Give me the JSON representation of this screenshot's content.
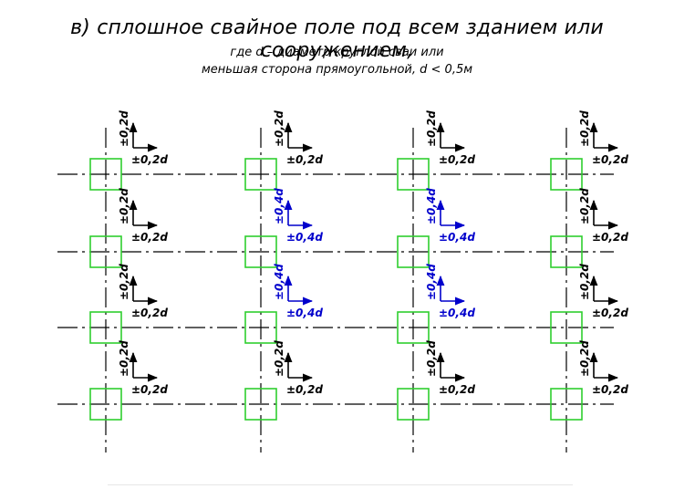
{
  "title": "в) сплошное свайное поле под всем зданием или сооружением,",
  "subtitle_line1": "где d – диаметр круглой сваи или",
  "subtitle_line2": "меньшая сторона прямоугольной, d < 0,5м",
  "colors": {
    "pile": "#2fcf2f",
    "tolerance_outer": "#000000",
    "tolerance_inner": "#0000cc"
  },
  "grid": {
    "rows": 4,
    "cols": 4
  },
  "tolerances": {
    "outer": "±0,2d",
    "inner": "±0,4d"
  },
  "inner_cells": [
    [
      1,
      1
    ],
    [
      1,
      2
    ],
    [
      2,
      1
    ],
    [
      2,
      2
    ]
  ]
}
